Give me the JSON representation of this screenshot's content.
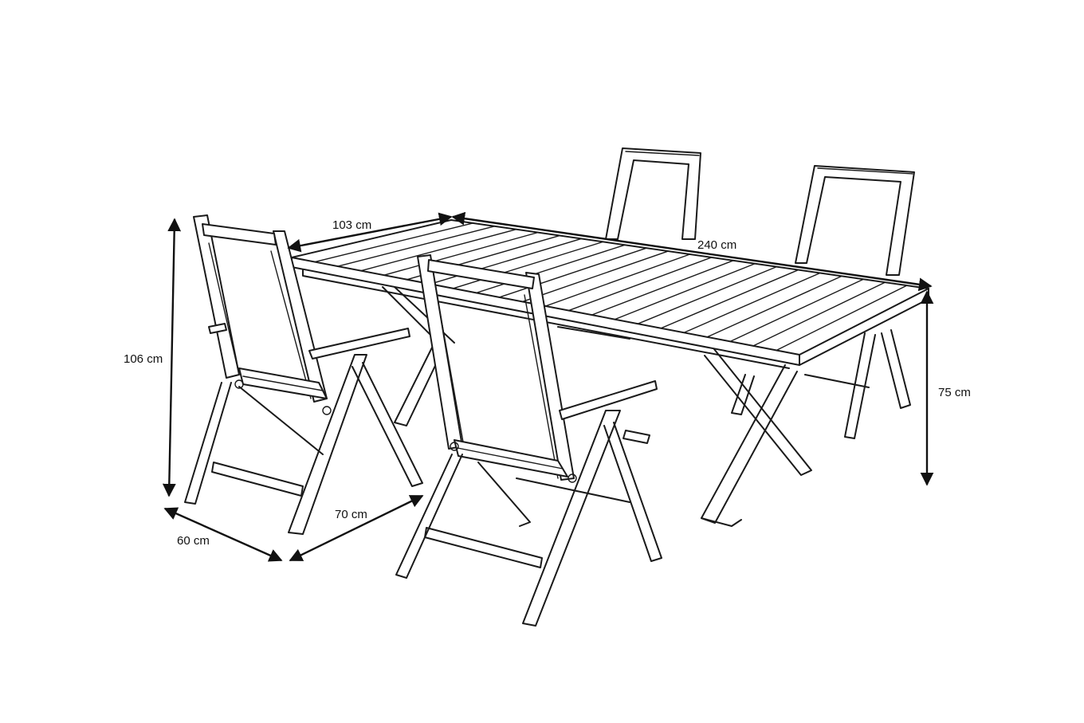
{
  "dimensions": {
    "table_width": "103 cm",
    "table_length": "240 cm",
    "table_height": "75 cm",
    "chair_height": "106 cm",
    "chair_width": "60 cm",
    "chair_depth": "70 cm"
  },
  "colors": {
    "line": "#1a1a1a",
    "background": "#ffffff"
  }
}
